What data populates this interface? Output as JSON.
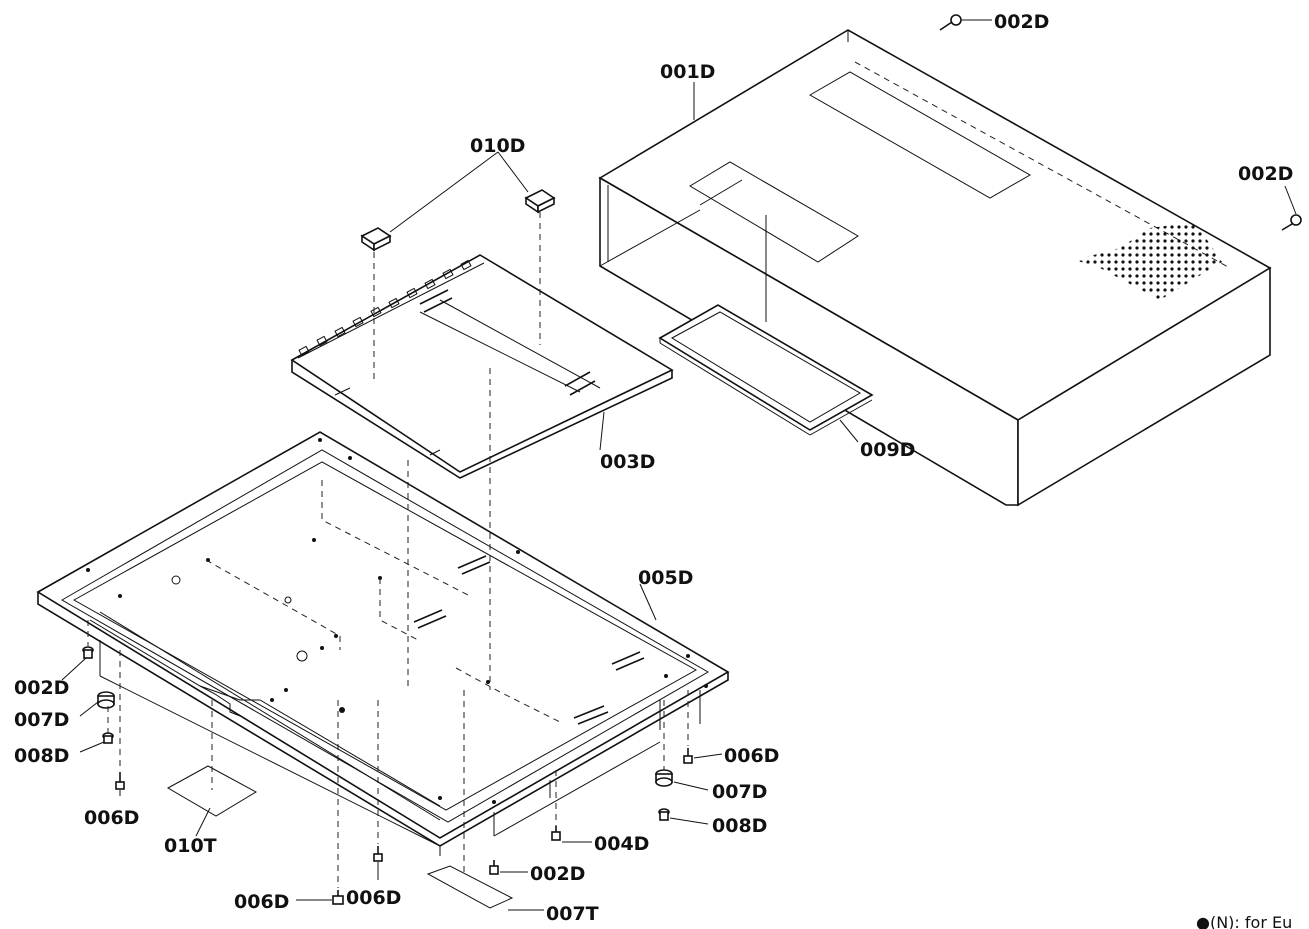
{
  "labels": {
    "p001D": "001D",
    "p002D_a": "002D",
    "p002D_b": "002D",
    "p002D_c": "002D",
    "p002D_d": "002D",
    "p003D": "003D",
    "p004D": "004D",
    "p005D": "005D",
    "p006D_a": "006D",
    "p006D_b": "006D",
    "p006D_c": "006D",
    "p006D_d": "006D",
    "p007D_a": "007D",
    "p007D_b": "007D",
    "p008D_a": "008D",
    "p008D_b": "008D",
    "p009D": "009D",
    "p010D": "010D",
    "p007T": "007T",
    "p010T": "010T"
  },
  "note": "●(N): for Eu"
}
